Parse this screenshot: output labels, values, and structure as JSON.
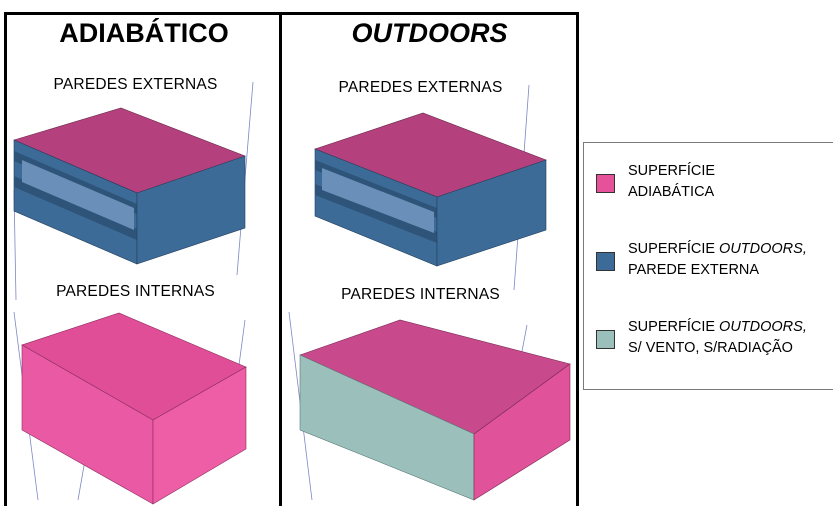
{
  "panels": {
    "left": {
      "title": "ADIABÁTICO",
      "top_label": "PAREDES EXTERNAS",
      "bottom_label": "PAREDES INTERNAS"
    },
    "right": {
      "title": "OUTDOORS",
      "top_label": "PAREDES EXTERNAS",
      "bottom_label": "PAREDES INTERNAS"
    }
  },
  "legend": {
    "items": [
      {
        "line1": "SUPERFÍCIE",
        "line1_italic": "",
        "line1_suffix": "",
        "line2": "ADIABÁTICA",
        "color": "#e5529a"
      },
      {
        "line1": "SUPERFÍCIE ",
        "line1_italic": "OUTDOORS,",
        "line1_suffix": "",
        "line2": "PAREDE EXTERNA",
        "color": "#3d6b98"
      },
      {
        "line1": "SUPERFÍCIE ",
        "line1_italic": "OUTDOORS,",
        "line1_suffix": "",
        "line2": "S/ VENTO, S/RADIAÇÃO",
        "color": "#9bbfbb"
      }
    ]
  },
  "colors": {
    "roof_pink": "#b5407e",
    "adiabatic_pink": "#e5529a",
    "outdoor_blue": "#3d6b98",
    "outdoor_blue_light": "#6a8fb8",
    "sheltered_teal": "#9bbfbb"
  }
}
